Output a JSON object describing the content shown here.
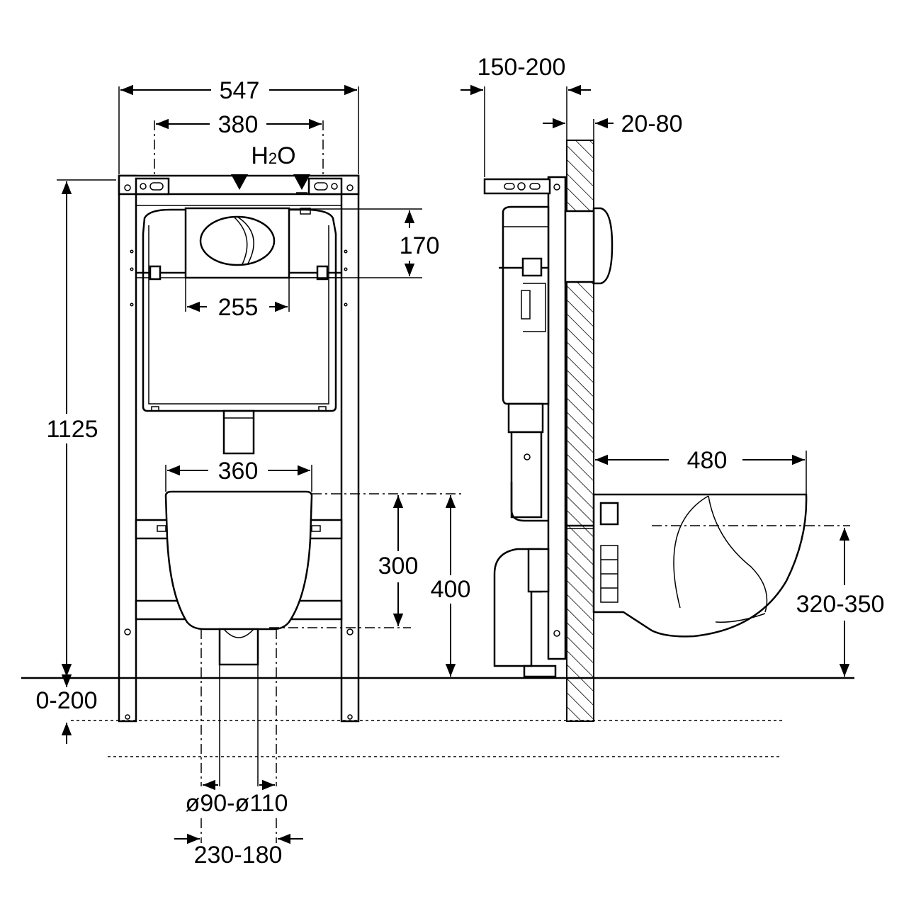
{
  "labels": {
    "width_frame": "547",
    "width_fixing": "380",
    "water": "H2O",
    "water_sub": "2",
    "water_h": "H",
    "water_o": "O",
    "flush_plate_height": "170",
    "flush_plate_width": "255",
    "total_height": "1125",
    "bowl_fixing": "360",
    "height_300": "300",
    "height_400": "400",
    "floor_adjust": "0-200",
    "pipe_diameter": "ø90-ø110",
    "pipe_offset": "230-180",
    "wall_distance": "150-200",
    "wall_thickness": "20-80",
    "bowl_projection": "480",
    "seat_height": "320-350"
  },
  "colors": {
    "ink": "#000000",
    "paper": "#ffffff"
  }
}
